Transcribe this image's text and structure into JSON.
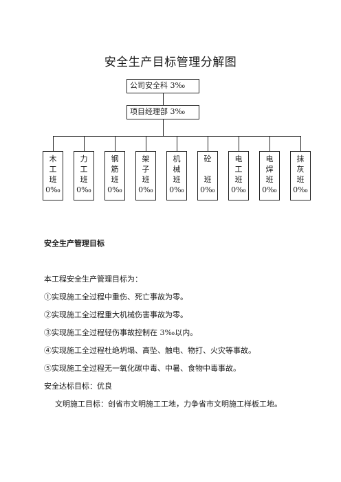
{
  "title": "安全生产目标管理分解图",
  "org": {
    "top": "公司安全科 3‰",
    "mid": "项目经理部 3‰",
    "teams": [
      {
        "name1": "木",
        "name2": "工",
        "suffix": "班",
        "rate": "0‰"
      },
      {
        "name1": "力",
        "name2": "工",
        "suffix": "班",
        "rate": "0‰"
      },
      {
        "name1": "钢",
        "name2": "筋",
        "suffix": "班",
        "rate": "0‰"
      },
      {
        "name1": "架",
        "name2": "子",
        "suffix": "班",
        "rate": "0‰"
      },
      {
        "name1": "机",
        "name2": "械",
        "suffix": "班",
        "rate": "0‰"
      },
      {
        "name1": "砼",
        "name2": "",
        "suffix": "班",
        "rate": "0‰"
      },
      {
        "name1": "电",
        "name2": "工",
        "suffix": "班",
        "rate": "0‰"
      },
      {
        "name1": "电",
        "name2": "焊",
        "suffix": "班",
        "rate": "0‰"
      },
      {
        "name1": "抹",
        "name2": "灰",
        "suffix": "班",
        "rate": "0‰"
      }
    ]
  },
  "section_heading": "安全生产管理目标",
  "paragraphs": [
    "本工程安全生产管理目标为：",
    "①实现施工全过程中重伤、死亡事故为零。",
    "②实现施工全过程重大机械伤害事故为零。",
    "③实现施工全过程轻伤事故控制在 3‰以内。",
    "④实现施工全过程杜绝坍塌、高坠、触电、物打、火灾等事故。",
    "⑤实现施工全过程无一氧化碳中毒、中暑、食物中毒事故。",
    "安全达标目标：优良",
    "文明施工目标：创省市文明施工工地，力争省市文明施工样板工地。"
  ]
}
